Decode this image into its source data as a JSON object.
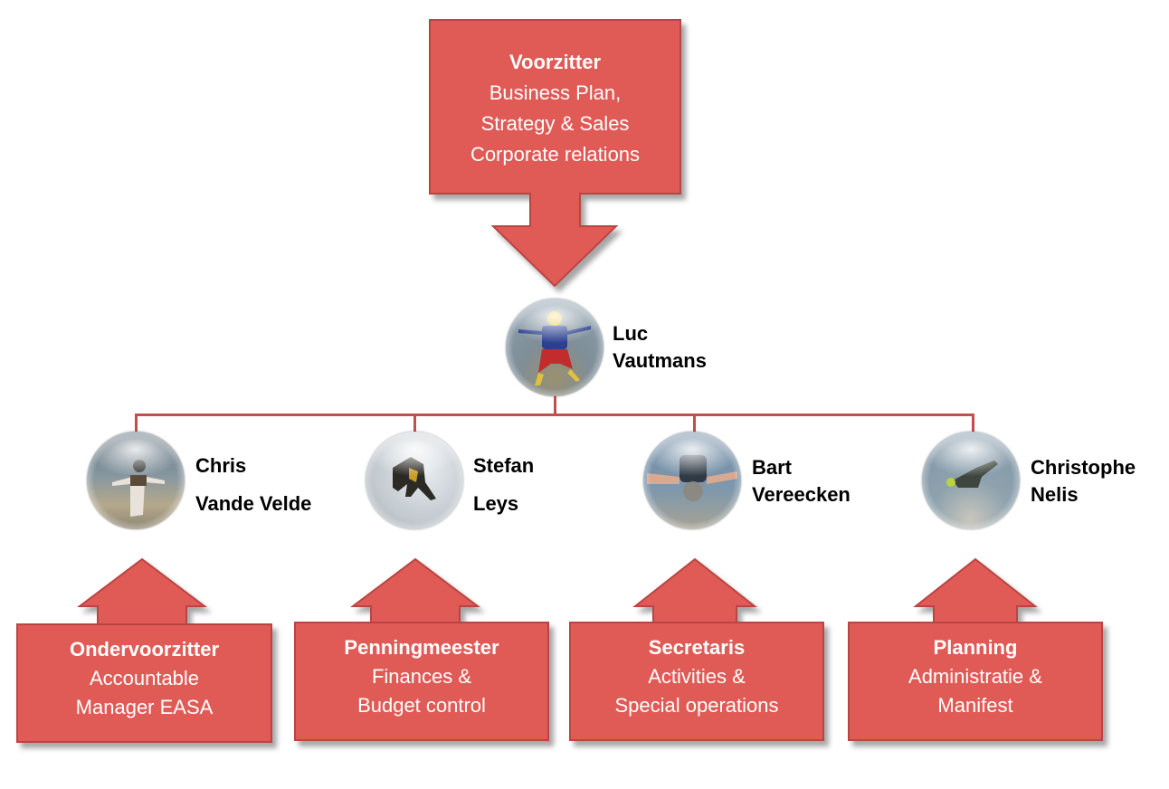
{
  "colors": {
    "box_fill": "#e05a57",
    "box_border": "#b94442",
    "connector": "#c0504d",
    "text_on_box": "#ffffff",
    "name_text": "#000000"
  },
  "top_role": {
    "title": "Voorzitter",
    "lines": [
      "Business Plan,",
      "Strategy & Sales",
      "Corporate relations"
    ]
  },
  "top_person": {
    "first": "Luc",
    "last": "Vautmans",
    "photo": "skydiver-photo"
  },
  "members": [
    {
      "first": "Chris",
      "last": "Vande Velde",
      "photo": "skydiver-photo",
      "role_title": "Ondervoorzitter",
      "role_lines": [
        "Accountable",
        "Manager EASA"
      ]
    },
    {
      "first": "Stefan",
      "last": "Leys",
      "photo": "skydiver-photo",
      "role_title": "Penningmeester",
      "role_lines": [
        "Finances &",
        "Budget control"
      ]
    },
    {
      "first": "Bart",
      "last": "Vereecken",
      "photo": "skydiver-photo",
      "role_title": "Secretaris",
      "role_lines": [
        "Activities &",
        "Special operations"
      ]
    },
    {
      "first": "Christophe",
      "last": "Nelis",
      "photo": "skydiver-photo",
      "role_title": "Planning",
      "role_lines": [
        "Administratie &",
        "Manifest"
      ]
    }
  ]
}
